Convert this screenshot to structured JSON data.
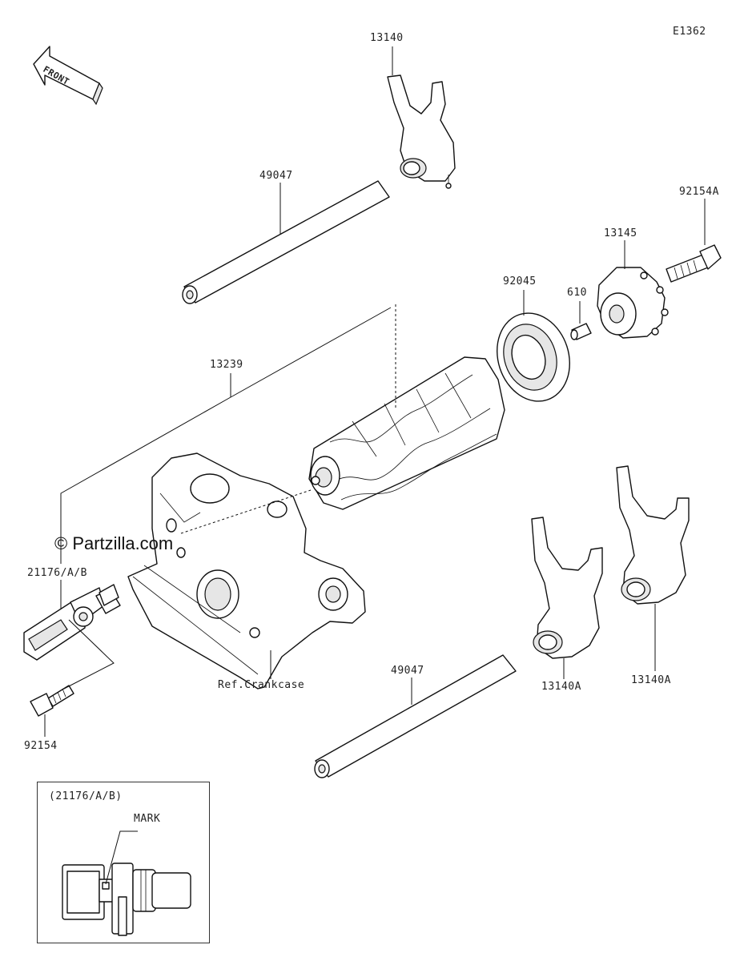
{
  "diagram": {
    "code": "E1362",
    "front_label": "FRONT",
    "watermark": "© Partzilla.com",
    "ref_label": "Ref.Crankcase",
    "parts": [
      {
        "key": "fork_top",
        "number": "13140"
      },
      {
        "key": "rod_top",
        "number": "49047"
      },
      {
        "key": "bolt_right",
        "number": "92154A"
      },
      {
        "key": "holder",
        "number": "13145"
      },
      {
        "key": "bearing",
        "number": "92045"
      },
      {
        "key": "pin",
        "number": "610"
      },
      {
        "key": "drum",
        "number": "13239"
      },
      {
        "key": "sensor",
        "number": "21176/A/B"
      },
      {
        "key": "fork_right",
        "number": "13140A"
      },
      {
        "key": "fork_middle",
        "number": "13140A"
      },
      {
        "key": "rod_bottom",
        "number": "49047"
      },
      {
        "key": "bolt_left",
        "number": "92154"
      }
    ],
    "inset": {
      "title": "(21176/A/B)",
      "mark_label": "MARK"
    }
  }
}
